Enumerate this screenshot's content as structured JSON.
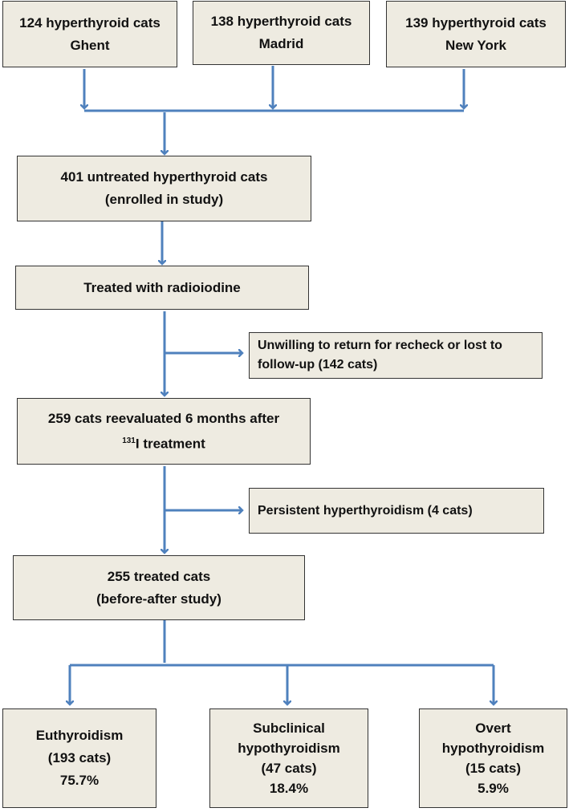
{
  "sites": [
    {
      "line1": "124 hyperthyroid cats",
      "line2": "Ghent"
    },
    {
      "line1": "138 hyperthyroid cats",
      "line2": "Madrid"
    },
    {
      "line1": "139 hyperthyroid cats",
      "line2": "New York"
    }
  ],
  "enrolled": {
    "line1": "401 untreated hyperthyroid cats",
    "line2": "(enrolled in study)"
  },
  "treated": {
    "line1": "Treated with radioiodine"
  },
  "lost": {
    "line1": "Unwilling to return for recheck or lost to",
    "line2": "follow-up (142 cats)"
  },
  "reevaluated": {
    "line1": "259 cats reevaluated 6 months after",
    "line2_sup": "131",
    "line2_rest": "I treatment"
  },
  "persistent": {
    "line1": "Persistent hyperthyroidism (4 cats)"
  },
  "final": {
    "line1": "255 treated cats",
    "line2": "(before-after study)"
  },
  "outcomes": [
    {
      "label": "Euthyroidism",
      "count": "(193 cats)",
      "pct": "75.7%"
    },
    {
      "label_line1": "Subclinical",
      "label_line2": "hypothyroidism",
      "count": "(47 cats)",
      "pct": "18.4%"
    },
    {
      "label_line1": "Overt",
      "label_line2": "hypothyroidism",
      "count": "(15 cats)",
      "pct": "5.9%"
    }
  ],
  "colors": {
    "box_fill": "#eeebe1",
    "arrow": "#4f81bd"
  }
}
